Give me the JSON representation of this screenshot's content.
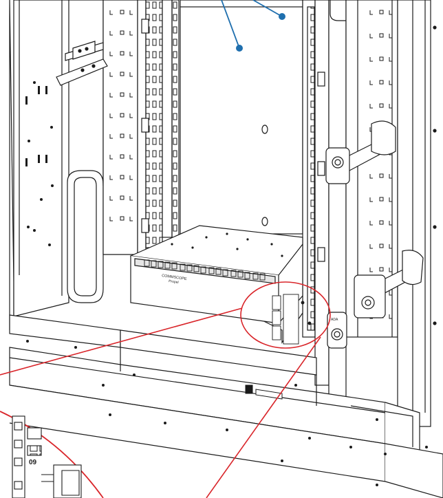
{
  "figure": {
    "type": "technical line illustration",
    "palette": {
      "line": "#1a1a1a",
      "panel_fill": "#ffffff",
      "shade": "#e6e6e6",
      "callout_blue": "#1f6fae",
      "detail_red": "#d9252a"
    }
  },
  "product_label": {
    "brand": "COMMSCOPE",
    "model": "Propel"
  },
  "zoom_detail": {
    "port_text": "09"
  },
  "hardware": {
    "bracket_text": "ADA"
  }
}
